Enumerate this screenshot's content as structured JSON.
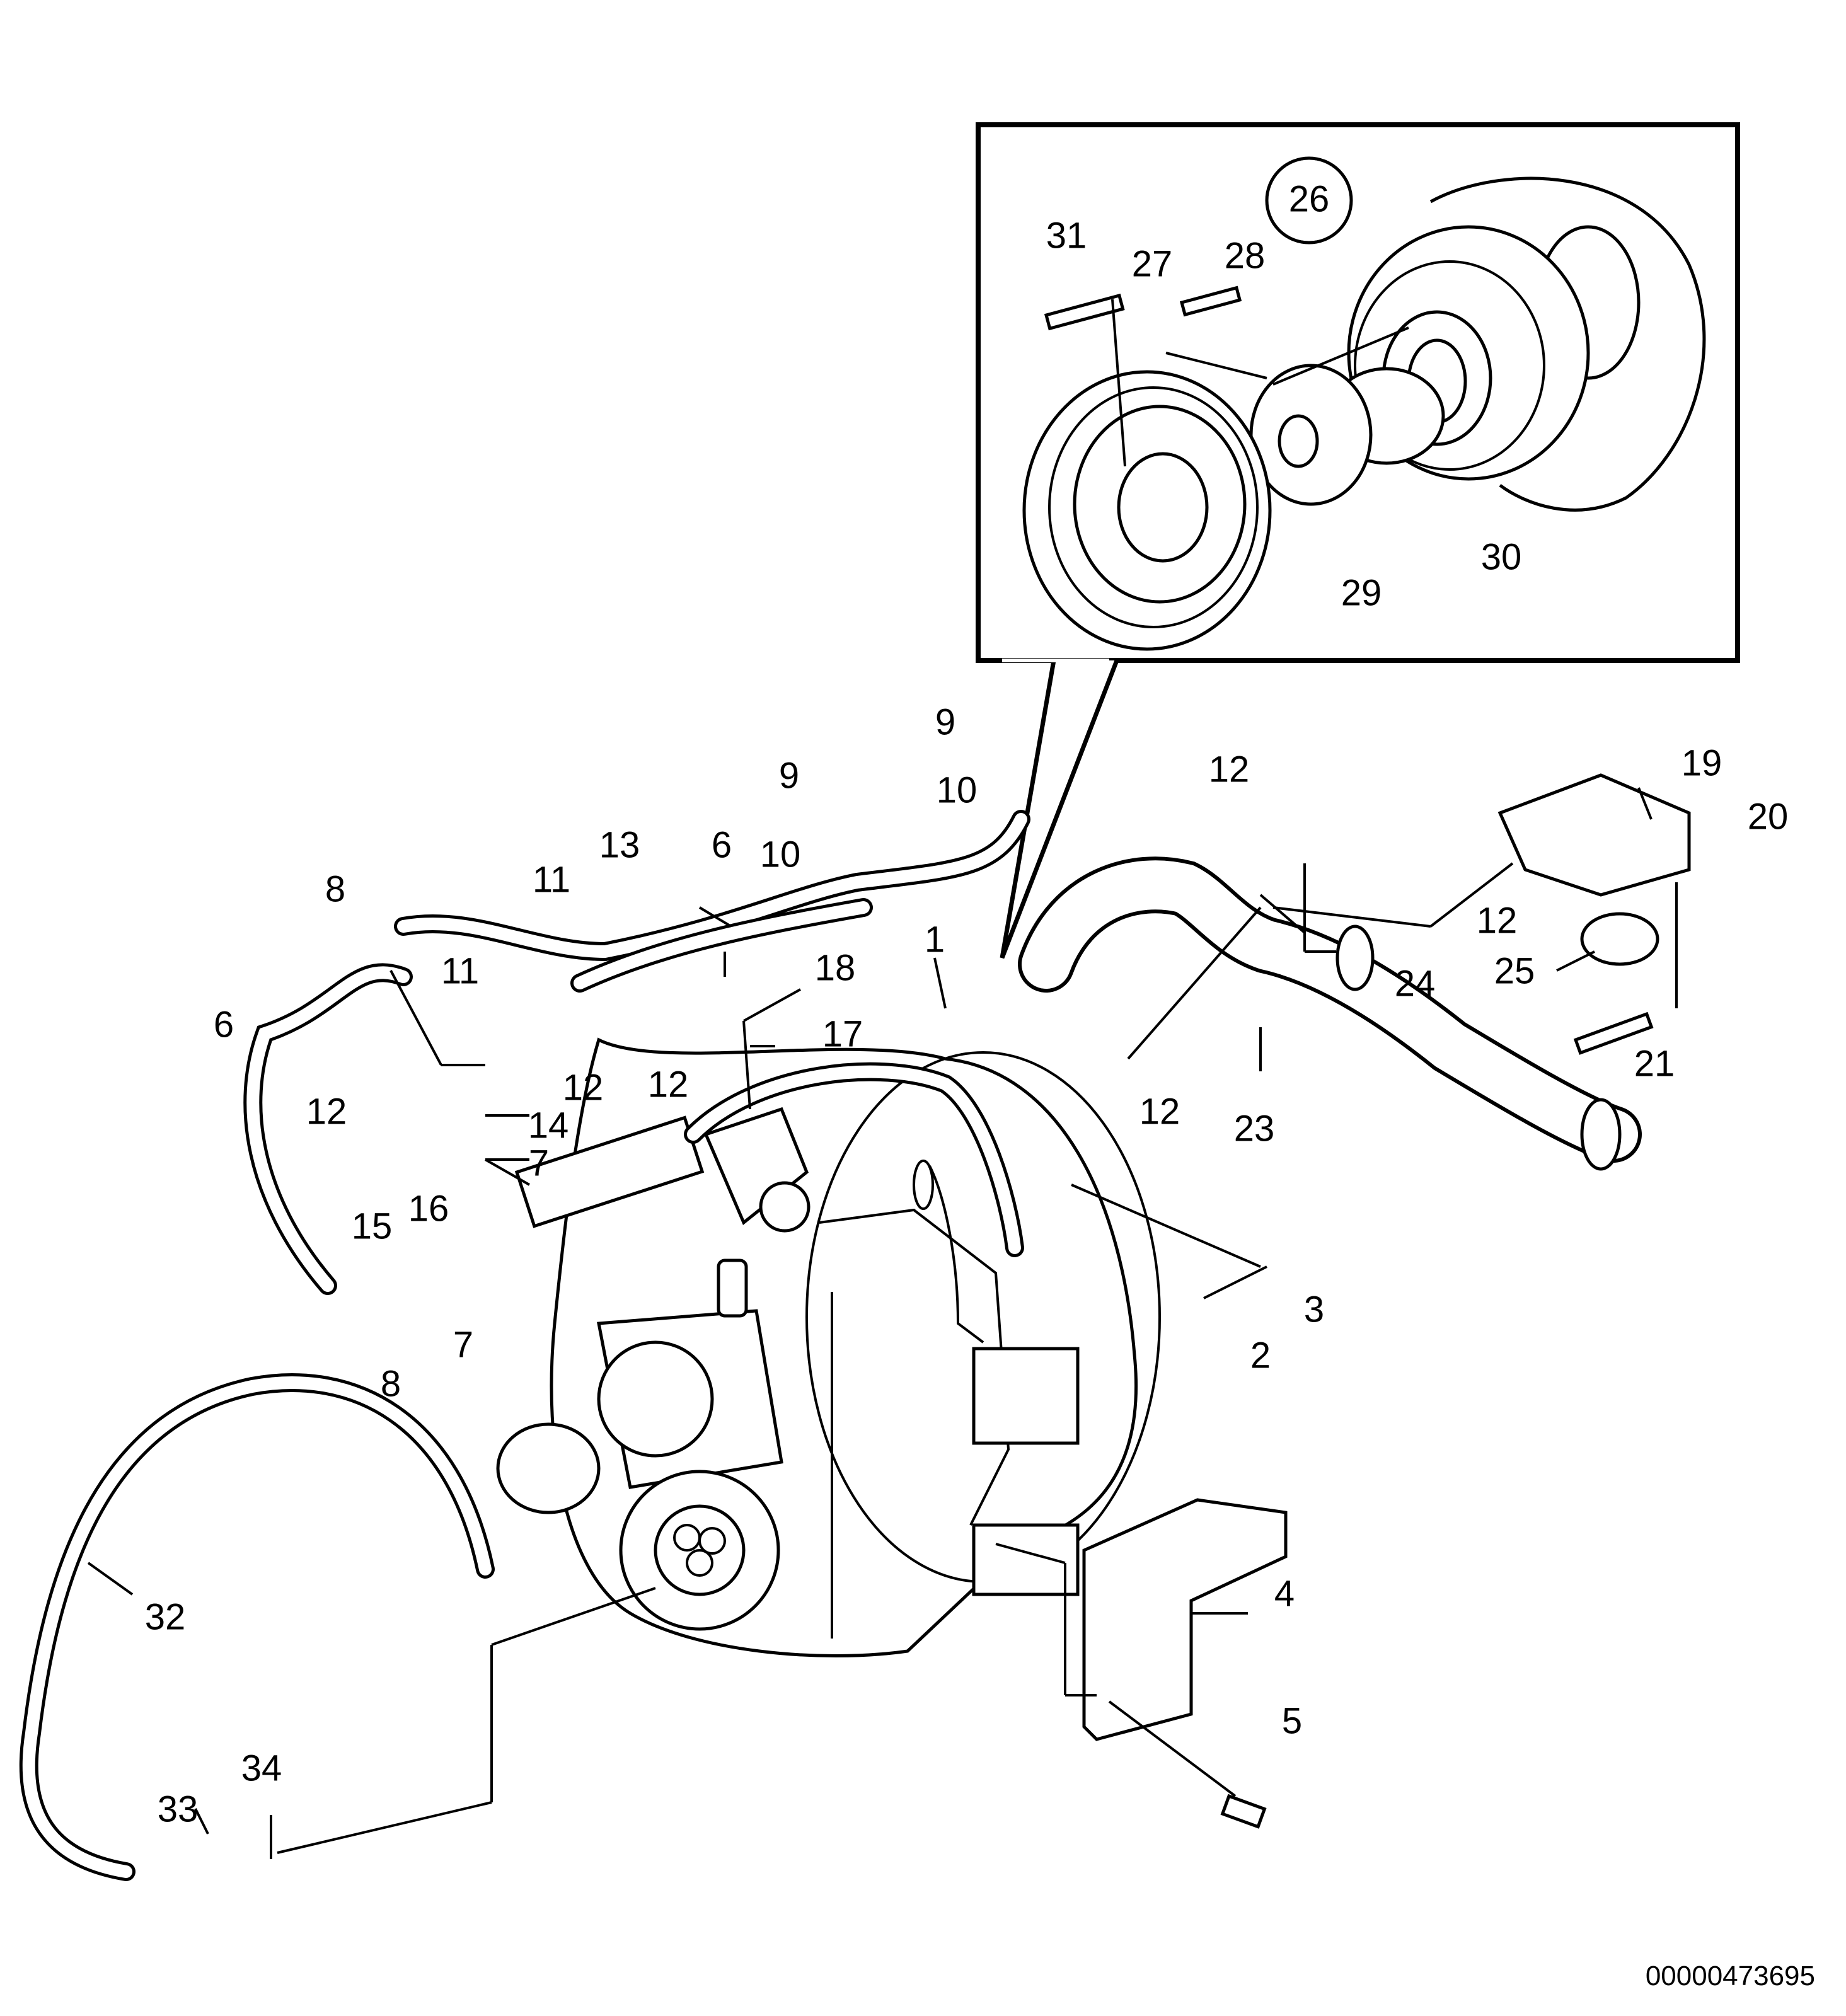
{
  "callouts": {
    "c1": "1",
    "c2": "2",
    "c3": "3",
    "c4": "4",
    "c5": "5",
    "c6a": "6",
    "c6b": "6",
    "c7a": "7",
    "c7b": "7",
    "c8a": "8",
    "c8b": "8",
    "c9a": "9",
    "c9b": "9",
    "c10a": "10",
    "c10b": "10",
    "c11a": "11",
    "c11b": "11",
    "c12a": "12",
    "c12b": "12",
    "c12c": "12",
    "c12d": "12",
    "c12e": "12",
    "c12f": "12",
    "c13": "13",
    "c14": "14",
    "c15": "15",
    "c16": "16",
    "c17": "17",
    "c18": "18",
    "c19": "19",
    "c20": "20",
    "c21": "21",
    "c23": "23",
    "c24": "24",
    "c25": "25",
    "c26": "26",
    "c27": "27",
    "c28": "28",
    "c29": "29",
    "c30": "30",
    "c31": "31",
    "c32": "32",
    "c33": "33",
    "c34": "34"
  },
  "document_number": "00000473695"
}
